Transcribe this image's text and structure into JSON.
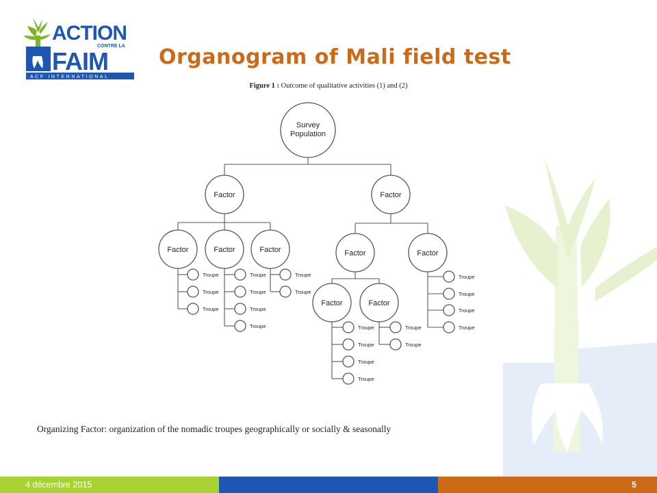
{
  "slide": {
    "title": "Organogram of Mali field test",
    "figure_label": "Figure 1 :",
    "figure_caption": " Outcome of qualitative activities (1) and (2)",
    "note": "Organizing Factor: organization of the nomadic troupes geographically or socially & seasonally",
    "footer_date": "4 décembre 2015",
    "page_number": "5"
  },
  "logo": {
    "line1": "ACTION",
    "line2": "CONTRE LA",
    "line3": "FAIM",
    "line4": "ACF INTERNATIONAL"
  },
  "colors": {
    "title": "#cc6a17",
    "logo_blue": "#1e56b4",
    "logo_green": "#7bb62a",
    "footer_green": "#a8d232",
    "footer_blue": "#1e56b4",
    "footer_orange": "#cc6a17",
    "deco_green": "#e6f2cf",
    "deco_blue": "#e4edf8"
  },
  "diagram": {
    "root": {
      "line1": "Survey",
      "line2": "Population"
    },
    "factor_label": "Factor",
    "troupe_label": "Troupe"
  }
}
